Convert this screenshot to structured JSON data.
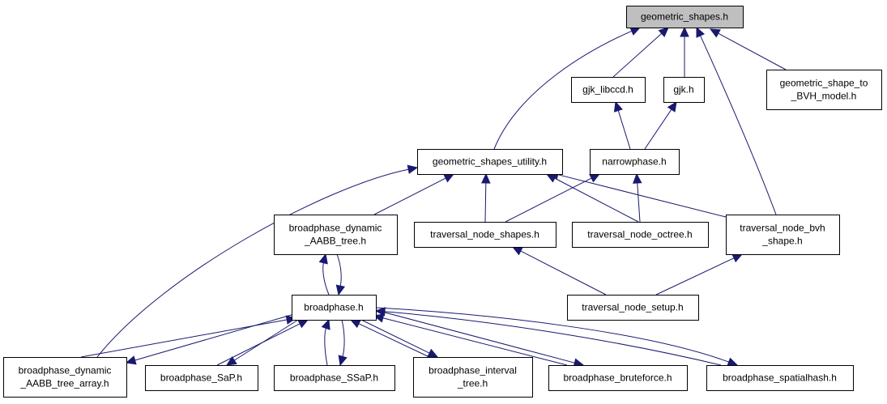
{
  "graph": {
    "root": "geometric_shapes.h",
    "colors": {
      "edge": "#191970",
      "root_fill": "#bfbfbf",
      "node_fill": "#ffffff",
      "node_border": "#000000"
    },
    "nodes": [
      {
        "id": "geometric_shapes",
        "lines": [
          "geometric_shapes.h"
        ]
      },
      {
        "id": "gjk_libccd",
        "lines": [
          "gjk_libccd.h"
        ]
      },
      {
        "id": "gjk",
        "lines": [
          "gjk.h"
        ]
      },
      {
        "id": "geometric_shape_to_bvh_model",
        "lines": [
          "geometric_shape_to",
          "_BVH_model.h"
        ]
      },
      {
        "id": "geometric_shapes_utility",
        "lines": [
          "geometric_shapes_utility.h"
        ]
      },
      {
        "id": "narrowphase",
        "lines": [
          "narrowphase.h"
        ]
      },
      {
        "id": "broadphase_dynamic_aabb_tree",
        "lines": [
          "broadphase_dynamic",
          "_AABB_tree.h"
        ]
      },
      {
        "id": "traversal_node_shapes",
        "lines": [
          "traversal_node_shapes.h"
        ]
      },
      {
        "id": "traversal_node_octree",
        "lines": [
          "traversal_node_octree.h"
        ]
      },
      {
        "id": "traversal_node_bvh_shape",
        "lines": [
          "traversal_node_bvh",
          "_shape.h"
        ]
      },
      {
        "id": "broadphase",
        "lines": [
          "broadphase.h"
        ]
      },
      {
        "id": "traversal_node_setup",
        "lines": [
          "traversal_node_setup.h"
        ]
      },
      {
        "id": "broadphase_dynamic_aabb_tree_array",
        "lines": [
          "broadphase_dynamic",
          "_AABB_tree_array.h"
        ]
      },
      {
        "id": "broadphase_sap",
        "lines": [
          "broadphase_SaP.h"
        ]
      },
      {
        "id": "broadphase_ssap",
        "lines": [
          "broadphase_SSaP.h"
        ]
      },
      {
        "id": "broadphase_interval_tree",
        "lines": [
          "broadphase_interval",
          "_tree.h"
        ]
      },
      {
        "id": "broadphase_bruteforce",
        "lines": [
          "broadphase_bruteforce.h"
        ]
      },
      {
        "id": "broadphase_spatialhash",
        "lines": [
          "broadphase_spatialhash.h"
        ]
      }
    ],
    "edges": [
      {
        "from": "gjk_libccd",
        "to": "geometric_shapes"
      },
      {
        "from": "gjk",
        "to": "geometric_shapes"
      },
      {
        "from": "geometric_shape_to_bvh_model",
        "to": "geometric_shapes"
      },
      {
        "from": "geometric_shapes_utility",
        "to": "geometric_shapes"
      },
      {
        "from": "traversal_node_bvh_shape",
        "to": "geometric_shapes"
      },
      {
        "from": "narrowphase",
        "to": "gjk_libccd"
      },
      {
        "from": "narrowphase",
        "to": "gjk"
      },
      {
        "from": "broadphase_dynamic_aabb_tree",
        "to": "geometric_shapes_utility"
      },
      {
        "from": "traversal_node_shapes",
        "to": "geometric_shapes_utility"
      },
      {
        "from": "traversal_node_octree",
        "to": "geometric_shapes_utility"
      },
      {
        "from": "traversal_node_bvh_shape",
        "to": "geometric_shapes_utility"
      },
      {
        "from": "broadphase_dynamic_aabb_tree_array",
        "to": "geometric_shapes_utility"
      },
      {
        "from": "traversal_node_shapes",
        "to": "narrowphase"
      },
      {
        "from": "traversal_node_octree",
        "to": "narrowphase"
      },
      {
        "from": "broadphase",
        "to": "broadphase_dynamic_aabb_tree"
      },
      {
        "from": "broadphase_dynamic_aabb_tree",
        "to": "broadphase"
      },
      {
        "from": "traversal_node_setup",
        "to": "traversal_node_shapes"
      },
      {
        "from": "traversal_node_setup",
        "to": "traversal_node_bvh_shape"
      },
      {
        "from": "broadphase_dynamic_aabb_tree_array",
        "to": "broadphase"
      },
      {
        "from": "broadphase",
        "to": "broadphase_dynamic_aabb_tree_array"
      },
      {
        "from": "broadphase_sap",
        "to": "broadphase"
      },
      {
        "from": "broadphase",
        "to": "broadphase_sap"
      },
      {
        "from": "broadphase_ssap",
        "to": "broadphase"
      },
      {
        "from": "broadphase",
        "to": "broadphase_ssap"
      },
      {
        "from": "broadphase_interval_tree",
        "to": "broadphase"
      },
      {
        "from": "broadphase",
        "to": "broadphase_interval_tree"
      },
      {
        "from": "broadphase_bruteforce",
        "to": "broadphase"
      },
      {
        "from": "broadphase",
        "to": "broadphase_bruteforce"
      },
      {
        "from": "broadphase_spatialhash",
        "to": "broadphase"
      },
      {
        "from": "broadphase",
        "to": "broadphase_spatialhash"
      }
    ]
  }
}
